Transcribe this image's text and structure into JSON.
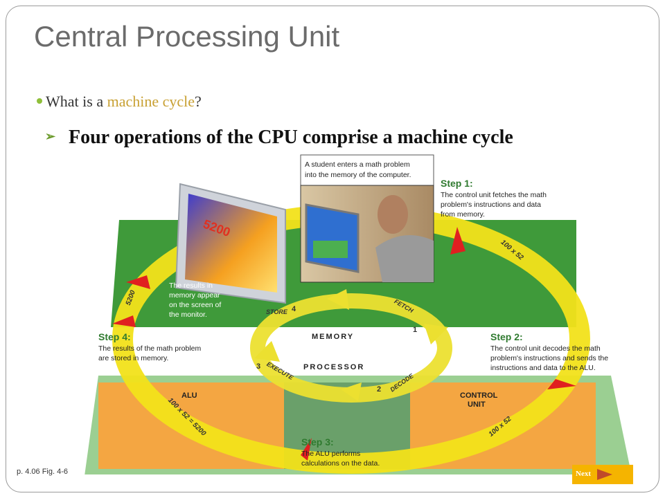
{
  "slide": {
    "title": "Central Processing Unit",
    "bullet1_before": "What is a ",
    "bullet1_highlight": "machine cycle",
    "bullet1_after": "?",
    "bullet2": "Four operations of the CPU comprise a machine cycle",
    "caption": "p. 4.06 Fig. 4-6",
    "next_label": "Next"
  },
  "figure": {
    "intro": [
      "A student enters a math problem",
      "into the memory of the computer."
    ],
    "step1_title": "Step 1:",
    "step1_text": [
      "The control unit fetches the math",
      "problem's instructions and data",
      "from memory."
    ],
    "step2_title": "Step 2:",
    "step2_text": [
      "The control unit decodes the math",
      "problem's instructions and sends the",
      "instructions and data to the ALU."
    ],
    "step3_title": "Step 3:",
    "step3_text": [
      "The ALU performs",
      "calculations on the data."
    ],
    "step4_title": "Step 4:",
    "step4_text": [
      "The results of the math problem",
      "are stored in memory."
    ],
    "results_text": [
      "The results in",
      "memory appear",
      "on the screen of",
      "the monitor."
    ],
    "memory_label": "MEMORY",
    "processor_label": "PROCESSOR",
    "alu_label": "ALU",
    "control_unit_label": [
      "CONTROL",
      "UNIT"
    ],
    "cycle_store": "STORE",
    "cycle_fetch": "FETCH",
    "cycle_decode": "DECODE",
    "cycle_execute": "EXECUTE",
    "num1": "1",
    "num2": "2",
    "num3": "3",
    "num4": "4",
    "monitor_value": "5200",
    "arrow_label_top_right": "100 x 52",
    "arrow_label_bottom_right": "100 x 52",
    "arrow_label_bottom_left": "100 x 52 = 5200",
    "arrow_label_left": "5200",
    "colors": {
      "green_board": "#3f9a3a",
      "orange_panel": "#f4a642",
      "yellow_arrow": "#f2e21a",
      "red_marker": "#e02020",
      "step_title": "#2f7a2f"
    }
  }
}
